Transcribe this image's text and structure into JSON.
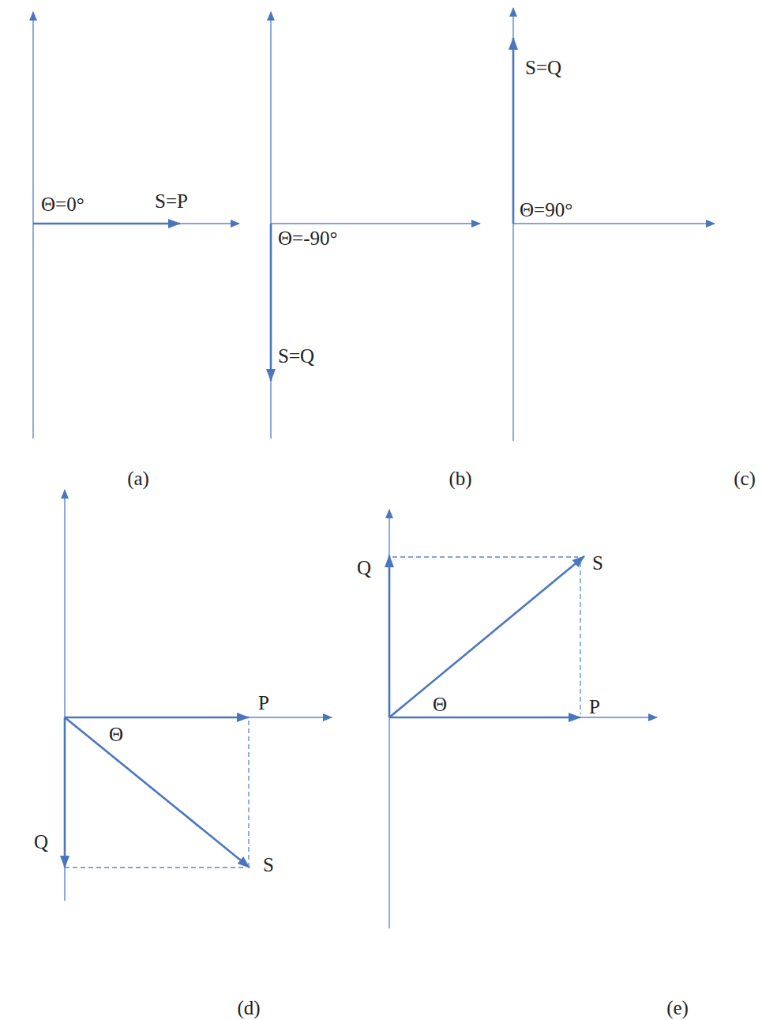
{
  "diagram": {
    "labels": [
      "Θ=0°",
      "S=P",
      "S=Q",
      "Θ=-90°",
      "Θ=90°",
      "S=Q",
      "(a)",
      "(b)",
      "(c)",
      "Q",
      "S",
      "Q",
      "P",
      "Θ",
      "P",
      "Θ",
      "S",
      "(d)",
      "(e)"
    ]
  }
}
